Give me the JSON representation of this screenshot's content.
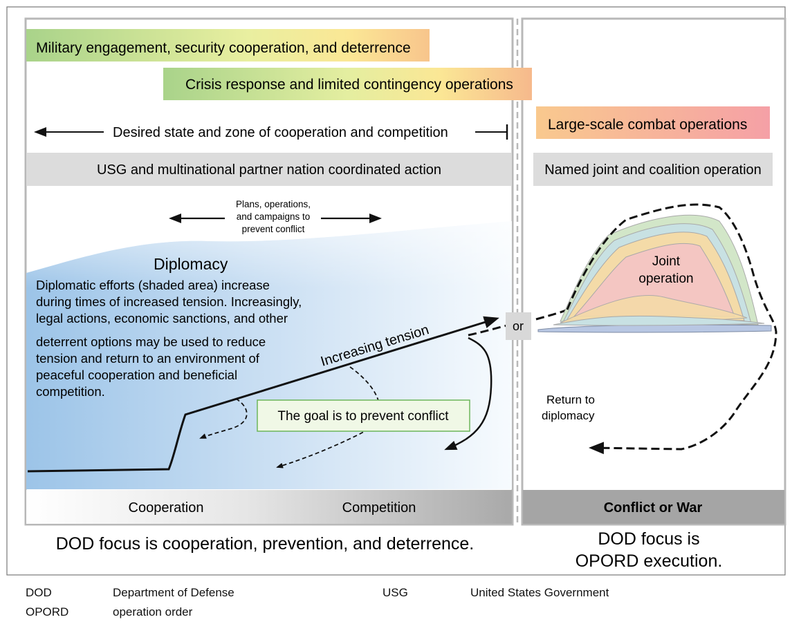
{
  "bars": {
    "military": "Military engagement, security cooperation, and deterrence",
    "crisis": "Crisis response and limited contingency operations",
    "large_scale": "Large-scale combat operations",
    "usg": "USG and multinational partner nation coordinated action",
    "named": "Named joint and coalition operation"
  },
  "desired_state": "Desired state and zone of cooperation and competition",
  "plans": [
    "Plans, operations,",
    "and campaigns to",
    "prevent conflict"
  ],
  "diplomacy": {
    "title": "Diplomacy",
    "text": [
      "Diplomatic efforts (shaded area) increase",
      "during times of increased tension. Increasingly,",
      "legal actions, economic sanctions, and other",
      "deterrent options may be used to reduce",
      "tension and return to an environment of",
      "peaceful cooperation and beneficial",
      "competition."
    ]
  },
  "increasing_tension": "Increasing tension",
  "goal": "The goal is to prevent conflict",
  "or_label": "or",
  "joint_operation": [
    "Joint",
    "operation"
  ],
  "return_label": [
    "Return to",
    "diplomacy"
  ],
  "bottom": {
    "cooperation": "Cooperation",
    "competition": "Competition",
    "conflict": "Conflict or War"
  },
  "focus": {
    "left": "DOD focus is cooperation, prevention, and deterrence.",
    "right": [
      "DOD focus is",
      "OPORD execution."
    ]
  },
  "abbreviations": [
    {
      "term": "DOD",
      "definition": "Department of Defense"
    },
    {
      "term": "USG",
      "definition": "United States Government"
    },
    {
      "term": "OPORD",
      "definition": "operation order"
    }
  ]
}
